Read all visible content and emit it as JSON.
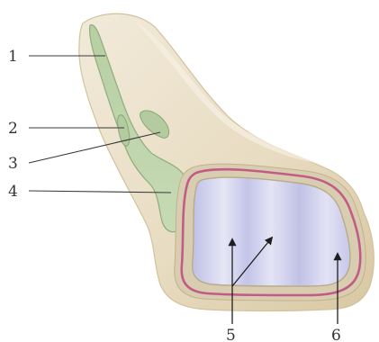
{
  "labels": {
    "one": "1",
    "two": "2",
    "three": "3",
    "four": "4",
    "five": "5",
    "six": "6"
  },
  "colors": {
    "bone": "#e9dfc7",
    "bone_shadow": "#d9c9a6",
    "bone_edge": "#c9b98f",
    "green_structure": "#b9d1a6",
    "green_edge": "#8fad7b",
    "cavity": "#c9c9ea",
    "cavity_light": "#e3e3f4",
    "pink_membrane": "#c25c86",
    "leader_line": "#3a3a3a",
    "label_text": "#333333"
  }
}
